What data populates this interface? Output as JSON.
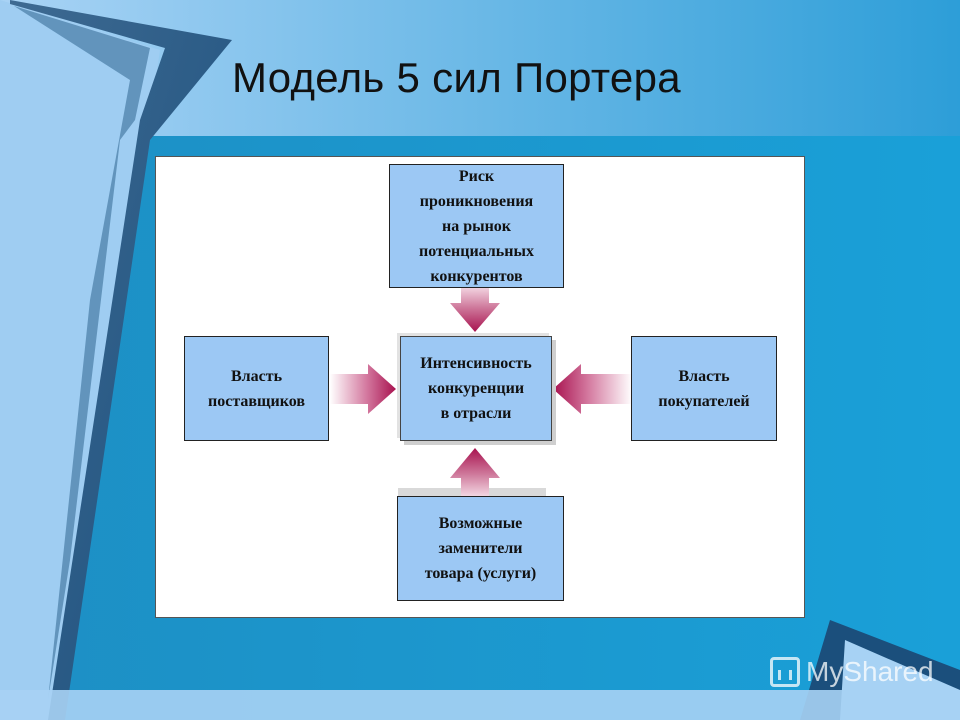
{
  "slide": {
    "title": "Модель 5 сил Портера"
  },
  "diagram": {
    "center": [
      "Интенсивность",
      "конкуренции",
      "в отрасли"
    ],
    "top": [
      "Риск",
      "проникновения",
      "на рынок",
      "потенциальных",
      "конкурентов"
    ],
    "left": [
      "Власть",
      "поставщиков"
    ],
    "right": [
      "Власть",
      "покупателей"
    ],
    "bottom": [
      "Возможные",
      "заменители",
      "товара (услуги)"
    ]
  },
  "watermark": {
    "text": "MyShared"
  },
  "colors": {
    "box_fill": "#9cc8f4",
    "arrow": "#b0205a",
    "dark_blue": "#1f5c8c",
    "mid_blue": "#1aa0d8"
  }
}
